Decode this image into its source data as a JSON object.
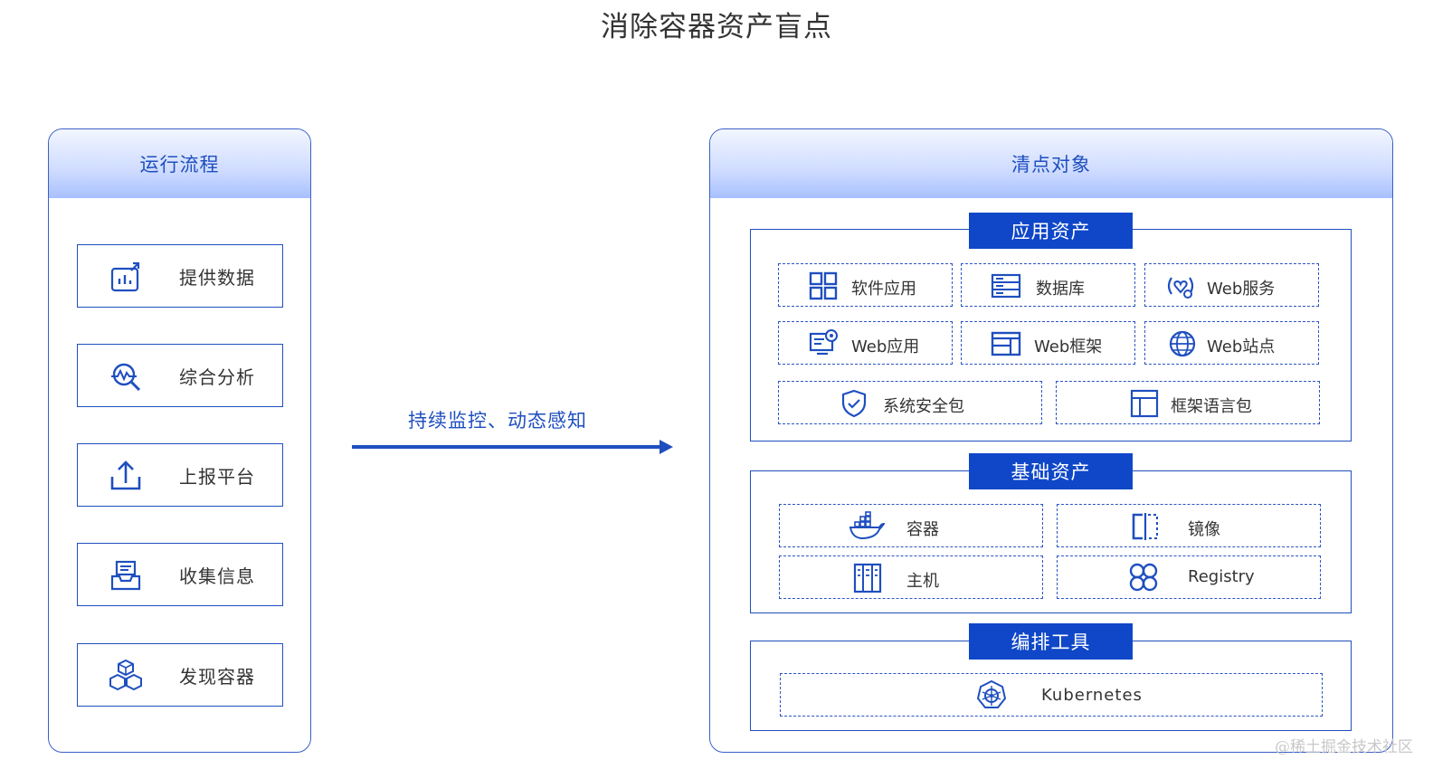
{
  "title": "消除容器资产盲点",
  "left_panel": {
    "header": "运行流程",
    "steps": [
      {
        "label": "提供数据",
        "icon": "chart-upload-icon"
      },
      {
        "label": "综合分析",
        "icon": "analysis-magnifier-icon"
      },
      {
        "label": "上报平台",
        "icon": "upload-icon"
      },
      {
        "label": "收集信息",
        "icon": "inbox-icon"
      },
      {
        "label": "发现容器",
        "icon": "cubes-icon"
      }
    ]
  },
  "arrow": {
    "label": "持续监控、动态感知"
  },
  "right_panel": {
    "header": "清点对象",
    "groups": [
      {
        "tag": "应用资产",
        "items": [
          {
            "label": "软件应用",
            "icon": "grid-apps-icon"
          },
          {
            "label": "数据库",
            "icon": "database-list-icon"
          },
          {
            "label": "Web服务",
            "icon": "web-service-icon"
          },
          {
            "label": "Web应用",
            "icon": "web-app-monitor-icon"
          },
          {
            "label": "Web框架",
            "icon": "web-frame-icon"
          },
          {
            "label": "Web站点",
            "icon": "globe-icon"
          },
          {
            "label": "系统安全包",
            "icon": "shield-check-icon"
          },
          {
            "label": "框架语言包",
            "icon": "layout-icon"
          }
        ]
      },
      {
        "tag": "基础资产",
        "items": [
          {
            "label": "容器",
            "icon": "docker-whale-icon"
          },
          {
            "label": "镜像",
            "icon": "mirror-image-icon"
          },
          {
            "label": "主机",
            "icon": "server-rack-icon"
          },
          {
            "label": "Registry",
            "icon": "registry-clover-icon"
          }
        ]
      },
      {
        "tag": "编排工具",
        "items": [
          {
            "label": "Kubernetes",
            "icon": "kubernetes-helm-icon"
          }
        ]
      }
    ]
  },
  "watermark": "@稀土掘金技术社区",
  "colors": {
    "primary": "#1f4fbf",
    "tag_bg": "#0f47c8",
    "header_gradient_end": "#a8c0ff"
  }
}
